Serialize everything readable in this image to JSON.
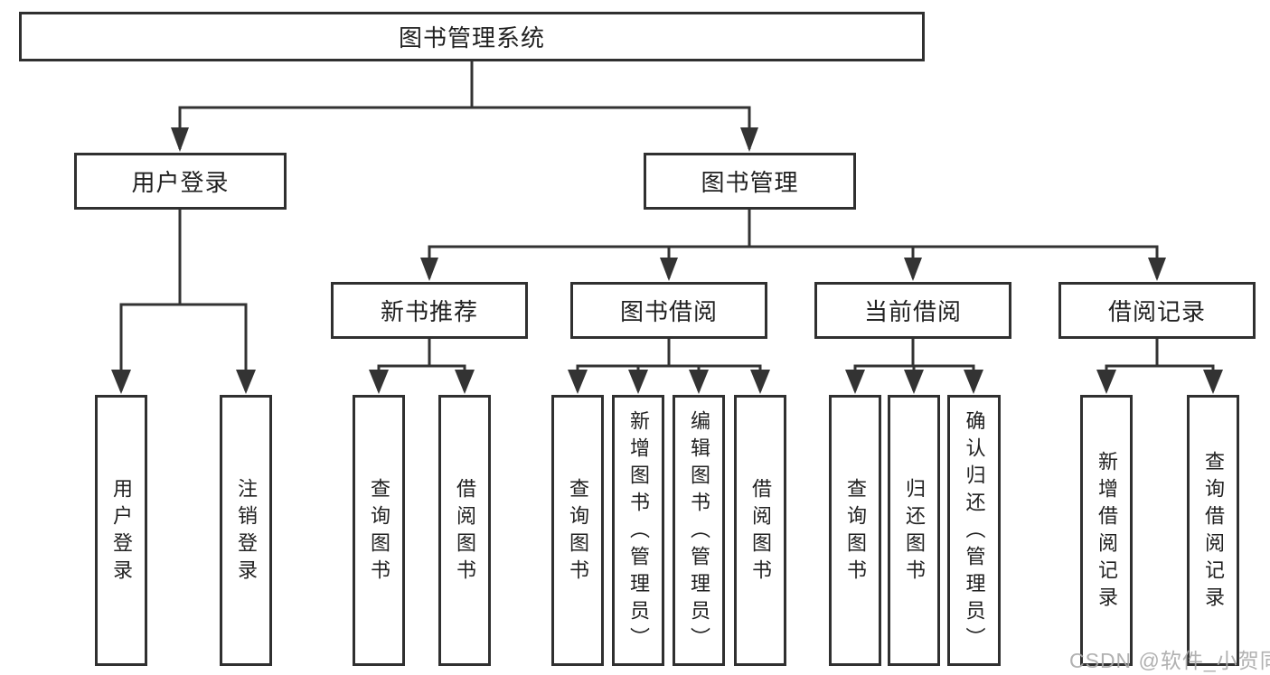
{
  "diagram": {
    "root": {
      "label": "图书管理系统",
      "children": [
        {
          "label": "用户登录",
          "children": [
            {
              "label": "用户登录"
            },
            {
              "label": "注销登录"
            }
          ]
        },
        {
          "label": "图书管理",
          "children": [
            {
              "label": "新书推荐",
              "children": [
                {
                  "label": "查询图书"
                },
                {
                  "label": "借阅图书"
                }
              ]
            },
            {
              "label": "图书借阅",
              "children": [
                {
                  "label": "查询图书"
                },
                {
                  "label": "新增图书（管理员）"
                },
                {
                  "label": "编辑图书（管理员）"
                },
                {
                  "label": "借阅图书"
                }
              ]
            },
            {
              "label": "当前借阅",
              "children": [
                {
                  "label": "查询图书"
                },
                {
                  "label": "归还图书"
                },
                {
                  "label": "确认归还（管理员）"
                }
              ]
            },
            {
              "label": "借阅记录",
              "children": [
                {
                  "label": "新增借阅记录"
                },
                {
                  "label": "查询借阅记录"
                }
              ]
            }
          ]
        }
      ]
    }
  },
  "watermark": {
    "text": "CSDN @软件_小贺同学"
  },
  "colors": {
    "line": "#333333",
    "box_border": "#303030",
    "text": "#212121",
    "watermark": "#a8a8a8",
    "background": "#ffffff"
  }
}
